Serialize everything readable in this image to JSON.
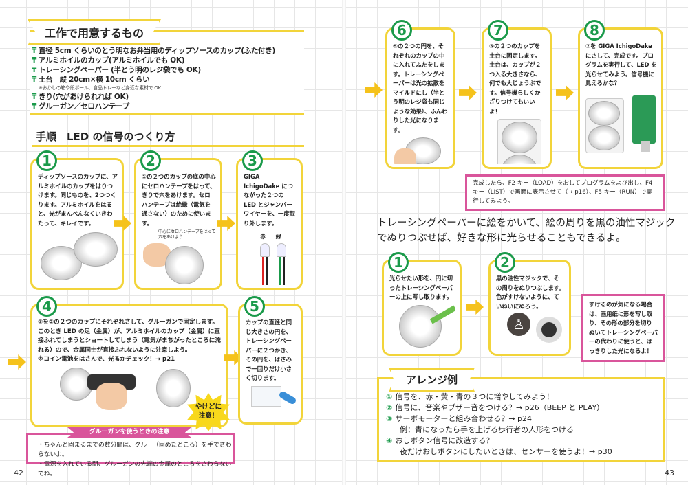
{
  "left_page": {
    "page_number": "42",
    "materials": {
      "title": "工作で用意するもの",
      "items": [
        "直径 5cm くらいのとう明なお弁当用のディップソースのカップ(ふた付き)",
        "アルミホイルのカップ(アルミホイルでも OK)",
        "トレーシングペーパー (半とう明のレジ袋でも OK)",
        "土台　縦 20cm×横 10cm くらい",
        "きり(穴があけられれば OK)",
        "グルーガン／セロハンテープ"
      ],
      "note": "※おかしの箱や段ボール、食品トレーなど身近な素材で OK"
    },
    "procedure_title": "手順　LED の信号のつくり方",
    "steps": [
      {
        "num": "1",
        "text": "ディップソースのカップに、アルミホイルのカップをはりつけます。同じものを、2つつくります。アルミホイルをはると、光がまんべんなくいきわたって、キレイです。"
      },
      {
        "num": "2",
        "text": "①の２つのカップの底の中心にセロハンテープをはって、きりで穴をあけます。セロハンテープは絶縁（電気を通さない）のために使います。",
        "caption": "中心にセロハンテープをはって穴をあけよう"
      },
      {
        "num": "3",
        "text": "GIGA IchigoDake につながった２つの LED とジャンパーワイヤーを、一度取り外します。",
        "labels": [
          "赤",
          "緑"
        ]
      },
      {
        "num": "4",
        "text": "③を②の２つのカップにそれぞれさして、グルーガンで固定します。このとき LED の足（金属）が、アルミホイルのカップ（金属）に直接ふれてしまうとショートしてしまう（電気がまちがったところに流れる）ので、金属同士が直接ふれないように注意しよう。",
        "extra": "※コイン電池をはさんで、光るかチェック！→ p21",
        "burst": "やけどに注意！"
      },
      {
        "num": "5",
        "text": "カップの直径と同じ大きさの円を、トレーシングペーパーに２つかき、その円を、はさみで一回りだけ小さく切ります。"
      }
    ],
    "caution": {
      "title": "グルーガンを使うときの注意",
      "items": [
        "・ちゃんと固まるまでの数分間は、グルー（固めたところ）を手でさわらないよ。",
        "・電源を入れている間、グルーガンの先端の金属のところをさわらないでね。"
      ]
    }
  },
  "right_page": {
    "page_number": "43",
    "steps": [
      {
        "num": "6",
        "text": "⑤の２つの円を、それぞれのカップの中に入れてふたをします。トレーシングペーパーは光の拡散をマイルドにし（半とう明のレジ袋も同じような効果）、ふんわりした光になります。"
      },
      {
        "num": "7",
        "text": "⑥の２つのカップを土台に固定します。土台は、カップが２つ入る大きさなら、何でも大じょうぶです。信号機らしくかざりつけてもいいよ！"
      },
      {
        "num": "8",
        "text": "⑦を GIGA IchigoDake にさして、完成です。プログラムを実行して、LED を光らせてみよう。信号機に見えるかな？"
      }
    ],
    "run_note": "完成したら、F2 キー（LOAD）をおしてプログラムをよび出し、F4 キー（LIST）で画面に表示させて（→ p16）、F5 キー（RUN）で実行してみよう。",
    "intro": "トレーシングペーパーに絵をかいて、絵の周りを黒の油性マジックでぬりつぶせば、好きな形に光らせることもできるよ。",
    "shape_steps": [
      {
        "num": "1",
        "text": "光らせたい形を、円に切ったトレーシングペーパーの上に写し取ります。"
      },
      {
        "num": "2",
        "text": "黒の油性マジックで、その周りをぬりつぶします。色がすけないように、ていねいにぬろう。"
      }
    ],
    "tip": "すけるのが気になる場合は、画用紙に形を写し取り、その形の部分を切りぬいてトレーシングペーパーの代わりに使うと、はっきりした光になるよ！",
    "arrange": {
      "title": "アレンジ例",
      "items": [
        {
          "mark": "①",
          "text": "信号を、赤・黄・青の３つに増やしてみよう！"
        },
        {
          "mark": "②",
          "text": "信号に、音楽やブザー音をつける？→ p26（BEEP と PLAY）"
        },
        {
          "mark": "③",
          "text": "サーボモーターと組み合わせる？→ p24",
          "sub": "例：青になったら手を上げる歩行者の人形をつける"
        },
        {
          "mark": "④",
          "text": "おしボタン信号に改造する？",
          "sub": "夜だけおしボタンにしたいときは、センサーを使うよ！→ p30"
        }
      ]
    }
  },
  "colors": {
    "accent_yellow": "#f2d43a",
    "step_green": "#1a9a4a",
    "note_pink": "#d9559b",
    "arrow": "#f5c21b"
  }
}
